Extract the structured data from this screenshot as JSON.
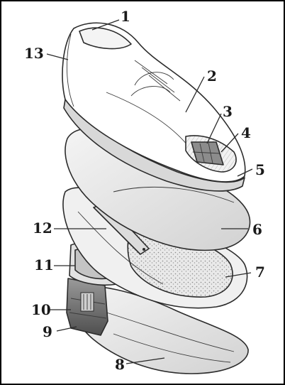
{
  "figure": {
    "callouts": [
      {
        "id": "1",
        "label": "1"
      },
      {
        "id": "2",
        "label": "2"
      },
      {
        "id": "3",
        "label": "3"
      },
      {
        "id": "4",
        "label": "4"
      },
      {
        "id": "5",
        "label": "5"
      },
      {
        "id": "6",
        "label": "6"
      },
      {
        "id": "7",
        "label": "7"
      },
      {
        "id": "8",
        "label": "8"
      },
      {
        "id": "9",
        "label": "9"
      },
      {
        "id": "10",
        "label": "10"
      },
      {
        "id": "11",
        "label": "11"
      },
      {
        "id": "12",
        "label": "12"
      },
      {
        "id": "13",
        "label": "13"
      }
    ]
  },
  "colors": {
    "border": "#000000",
    "ink": "#2b2b2b",
    "paper": "#ffffff",
    "sole_shade": "#d9d9d9",
    "heel_dark": "#6e6e6e"
  }
}
